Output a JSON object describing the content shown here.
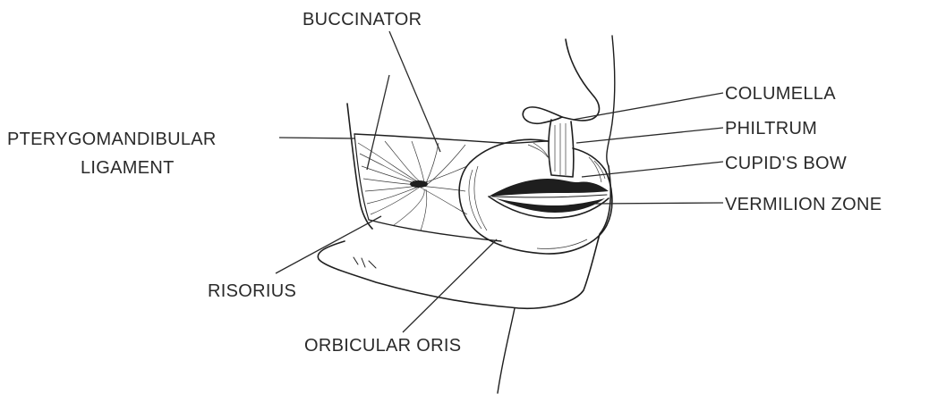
{
  "labels": {
    "buccinator": "BUCCINATOR",
    "pterygomandibular_line1": "PTERYGOMANDIBULAR",
    "pterygomandibular_line2": "LIGAMENT",
    "risorius": "RISORIUS",
    "orbicular_oris": "ORBICULAR ORIS",
    "columella": "COLUMELLA",
    "philtrum": "PHILTRUM",
    "cupids_bow": "CUPID'S BOW",
    "vermilion_zone": "VERMILION ZONE"
  },
  "colors": {
    "ink": "#1e1e1e",
    "background": "#ffffff"
  }
}
